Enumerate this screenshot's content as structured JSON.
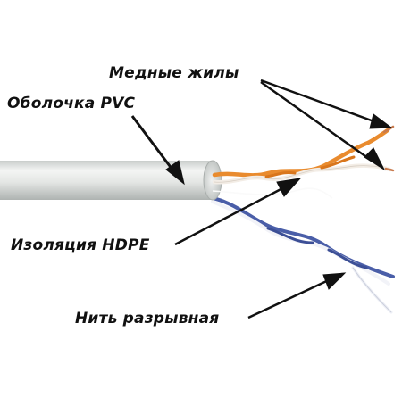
{
  "labels": {
    "copper_conductors": "Медные жилы",
    "pvc_sheath": "Оболочка PVC",
    "hdpe_insulation": "Изоляция HDPE",
    "rip_cord": "Нить разрывная"
  },
  "colors": {
    "background": "#ffffff",
    "sheath": "#e6e8e6",
    "orange_wire": "#e98b2e",
    "white_orange_wire": "#f3ede6",
    "blue_wire": "#4a5ea8",
    "white_blue_wire": "#f2f3f8",
    "copper": "#c87a4e",
    "arrow": "#111111",
    "text": "#111111"
  }
}
